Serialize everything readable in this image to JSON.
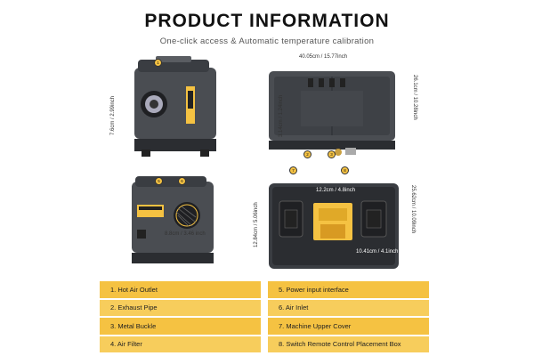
{
  "header": {
    "title": "PRODUCT INFORMATION",
    "subtitle": "One-click access & Automatic temperature calibration"
  },
  "dimensions": {
    "front_height": "7.6cm / 2.99inch",
    "top_width": "40.05cm / 15.77inch",
    "top_side_height": "26.1cm / 10.28inch",
    "top_small_height": "3.14cm / 1.24inch",
    "back_circle": "8.8cm / 3.46 inch",
    "lid_width": "12.2cm / 4.8inch",
    "lid_left_height": "12.84cm / 5.06inch",
    "lid_right_height": "25.62cm / 10.09inch",
    "lid_inner_width": "10.41cm / 4.1inch"
  },
  "badges": [
    "1",
    "2",
    "3",
    "4",
    "5",
    "6",
    "7",
    "8"
  ],
  "legend": [
    "1. Hot Air Outlet",
    "2. Exhaust Pipe",
    "3. Metal Buckle",
    "4. Air Filter",
    "5. Power input interface",
    "6. Air Inlet",
    "7. Machine Upper Cover",
    "8. Switch Remote Control Placement Box"
  ],
  "colors": {
    "accent": "#f5c242",
    "device": "#4a4d52",
    "device_dark": "#2b2d31"
  }
}
